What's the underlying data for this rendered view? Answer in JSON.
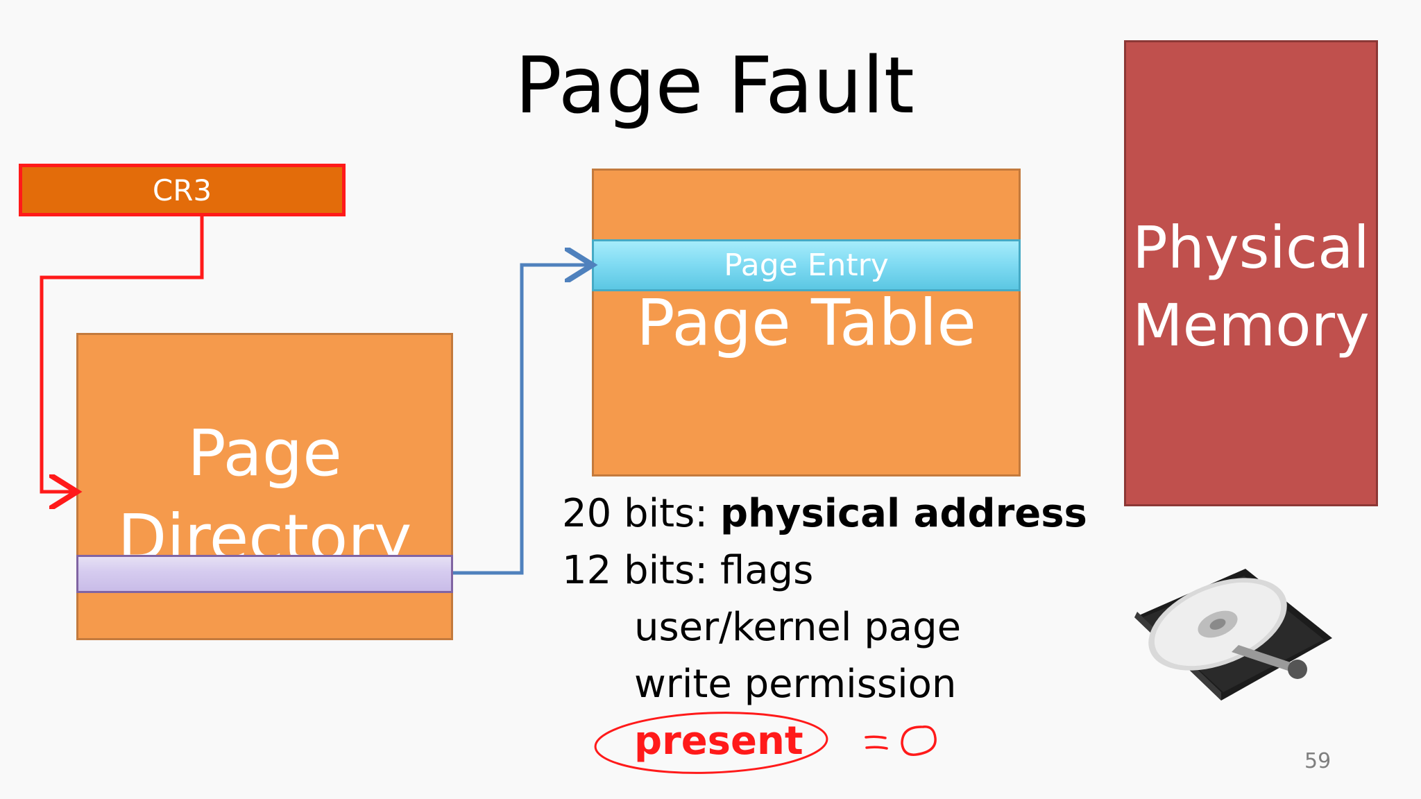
{
  "slide": {
    "title": "Page Fault",
    "page_number": "59"
  },
  "cr3": {
    "label": "CR3"
  },
  "page_directory": {
    "label_line1": "Page",
    "label_line2": "Directory"
  },
  "page_table": {
    "label": "Page Table",
    "entry_label": "Page Entry"
  },
  "physical_memory": {
    "label_line1": "Physical",
    "label_line2": "Memory"
  },
  "info": {
    "line1_prefix": "20 bits: ",
    "line1_bold": "physical address",
    "line2": "12 bits: flags",
    "flag1": "user/kernel page",
    "flag2": "write permission",
    "flag3": "present",
    "annotation": "= 0"
  },
  "colors": {
    "orange_box": "#f59a4c",
    "cr3_fill": "#e36c0a",
    "cr3_border": "#ff1a1a",
    "physical_memory": "#c0504d",
    "page_entry": "#7edaf2",
    "dir_entry": "#d5cbef",
    "red_arrow": "#ff1a1a",
    "blue_arrow": "#4f81bd"
  }
}
